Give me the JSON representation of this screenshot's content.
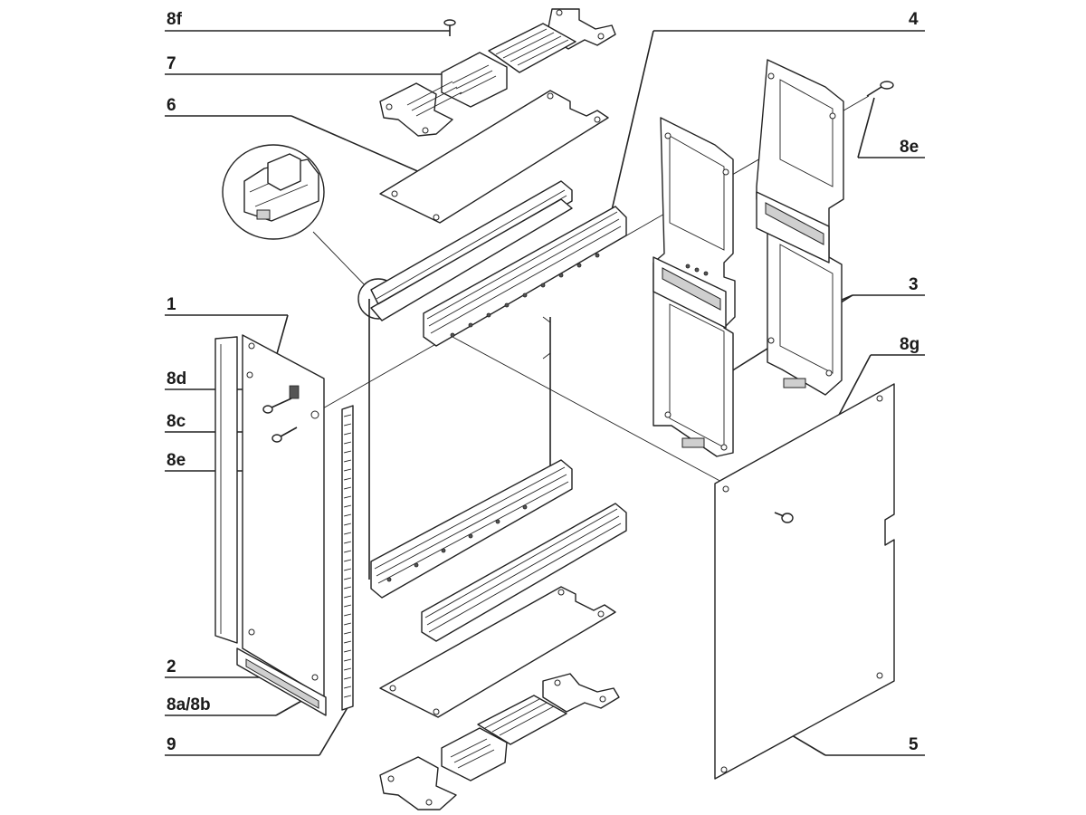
{
  "labels": {
    "l8f": "8f",
    "l7": "7",
    "l6": "6",
    "l1": "1",
    "l8d": "8d",
    "l8c": "8c",
    "l8e_left": "8e",
    "l2": "2",
    "l8a8b": "8a/8b",
    "l9": "9",
    "l4": "4",
    "l8e_right": "8e",
    "l3": "3",
    "l8g": "8g",
    "l5": "5"
  },
  "colors": {
    "line": "#222222",
    "background": "#ffffff",
    "shade": "#cfcfcf"
  }
}
